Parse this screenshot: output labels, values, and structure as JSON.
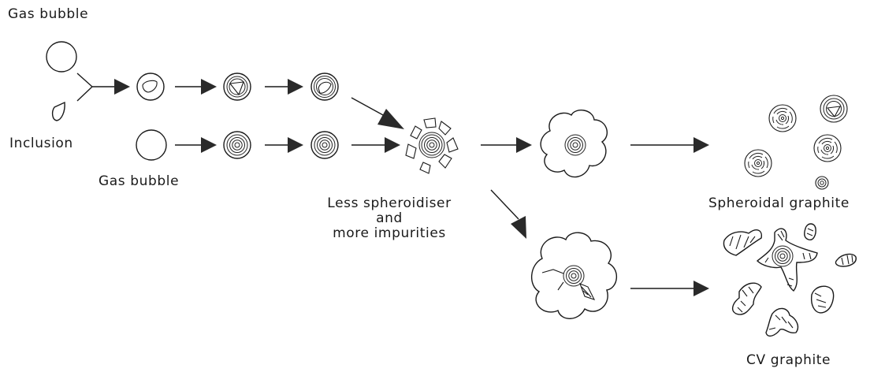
{
  "labels": {
    "gas_bubble_top": "Gas bubble",
    "inclusion": "Inclusion",
    "gas_bubble_bottom": "Gas bubble",
    "less_spheroidiser_line1": "Less spheroidiser",
    "less_spheroidiser_line2": "and",
    "less_spheroidiser_line3": "more impurities",
    "spheroidal_graphite": "Spheroidal graphite",
    "cv_graphite": "CV graphite"
  },
  "colors": {
    "ink": "#1a1a1a",
    "arrow": "#2a2a2a",
    "background": "#ffffff"
  }
}
